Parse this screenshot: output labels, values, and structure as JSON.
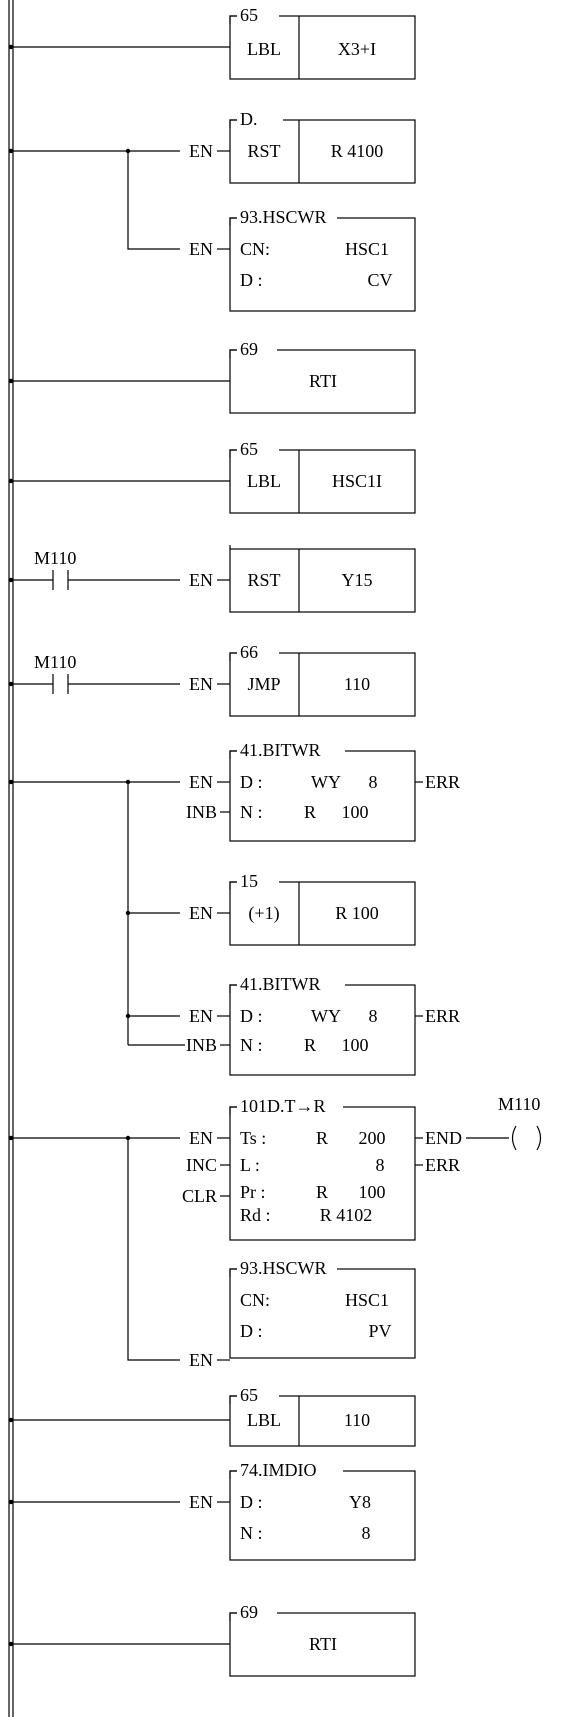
{
  "rungs": [
    {
      "blocks": [
        {
          "header": "65",
          "cells": [
            "LBL",
            "X3+I"
          ]
        }
      ]
    },
    {
      "blocks": [
        {
          "header": "D.",
          "cells": [
            "RST",
            "R  4100"
          ],
          "inputs": [
            "EN"
          ]
        },
        {
          "header": "93.HSCWR",
          "rows": [
            [
              "CN:",
              "HSC1"
            ],
            [
              "D  :",
              "CV"
            ]
          ],
          "inputs": [
            "EN"
          ]
        }
      ]
    },
    {
      "blocks": [
        {
          "header": "69",
          "cells": [
            "RTI"
          ]
        }
      ]
    },
    {
      "blocks": [
        {
          "header": "65",
          "cells": [
            "LBL",
            "HSC1I"
          ]
        }
      ]
    },
    {
      "contact": "M110",
      "blocks": [
        {
          "header": "",
          "cells": [
            "RST",
            "Y15"
          ],
          "inputs": [
            "EN"
          ]
        }
      ]
    },
    {
      "contact": "M110",
      "blocks": [
        {
          "header": "66",
          "cells": [
            "JMP",
            "110"
          ],
          "inputs": [
            "EN"
          ]
        }
      ]
    },
    {
      "blocks": [
        {
          "header": "41.BITWR",
          "rows": [
            [
              "D  :",
              "WY",
              "8"
            ],
            [
              "N  :",
              "R",
              "100"
            ]
          ],
          "inputs": [
            "EN",
            "INB"
          ],
          "outputs": [
            "ERR"
          ]
        },
        {
          "header": "15",
          "cells": [
            "(+1)",
            "R  100"
          ],
          "inputs": [
            "EN"
          ]
        },
        {
          "header": "41.BITWR",
          "rows": [
            [
              "D  :",
              "WY",
              "8"
            ],
            [
              "N  :",
              "R",
              "100"
            ]
          ],
          "inputs": [
            "EN",
            "INB"
          ],
          "outputs": [
            "ERR"
          ]
        }
      ]
    },
    {
      "blocks": [
        {
          "header": "101D.T→R",
          "rows": [
            [
              "Ts  :",
              "R",
              "200"
            ],
            [
              "L   :",
              "",
              "8"
            ],
            [
              "Pr  :",
              "R",
              "100"
            ],
            [
              "Rd :",
              "R 4102"
            ]
          ],
          "inputs": [
            "EN",
            "INC",
            "CLR"
          ],
          "outputs": [
            "END",
            "ERR"
          ],
          "coil": "M110"
        },
        {
          "header": "93.HSCWR",
          "rows": [
            [
              "CN:",
              "HSC1"
            ],
            [
              "D  :",
              "PV"
            ]
          ],
          "inputs": [
            "EN"
          ]
        }
      ]
    },
    {
      "blocks": [
        {
          "header": "65",
          "cells": [
            "LBL",
            "110"
          ]
        }
      ]
    },
    {
      "blocks": [
        {
          "header": "74.IMDIO",
          "rows": [
            [
              "D  :",
              "Y8"
            ],
            [
              "N  :",
              "8"
            ]
          ],
          "inputs": [
            "EN"
          ]
        }
      ]
    },
    {
      "blocks": [
        {
          "header": "69",
          "cells": [
            "RTI"
          ]
        }
      ]
    }
  ]
}
